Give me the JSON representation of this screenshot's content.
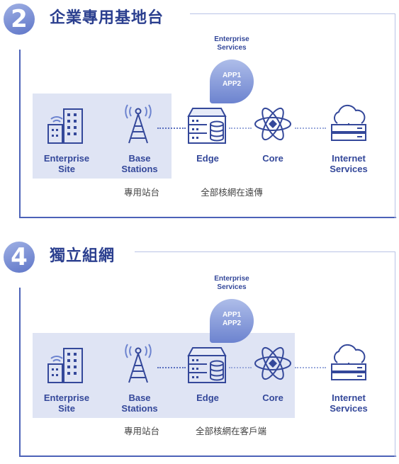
{
  "panels": [
    {
      "number": "2",
      "title": "企業專用基地台",
      "enterprise_services": [
        "Enterprise",
        "Services"
      ],
      "bubble": [
        "APP1",
        "APP2"
      ],
      "nodes": {
        "site": [
          "Enterprise",
          "Site"
        ],
        "base": [
          "Base",
          "Stations"
        ],
        "edge": "Edge",
        "core": "Core",
        "internet": [
          "Internet",
          "Services"
        ]
      },
      "captions": {
        "left": "專用站台",
        "right": "全部核網在遠傳"
      }
    },
    {
      "number": "4",
      "title": "獨立組網",
      "enterprise_services": [
        "Enterprise",
        "Services"
      ],
      "bubble": [
        "APP1",
        "APP2"
      ],
      "nodes": {
        "site": [
          "Enterprise",
          "Site"
        ],
        "base": [
          "Base",
          "Stations"
        ],
        "edge": "Edge",
        "core": "Core",
        "internet": [
          "Internet",
          "Services"
        ]
      },
      "captions": {
        "left": "專用站台",
        "right": "全部核網在客戶端"
      }
    }
  ],
  "colors": {
    "primary": "#34489a",
    "frame": "#4c62b8",
    "shade": "#dfe4f4",
    "light": "#b9c3e6"
  },
  "icons": [
    "enterprise-building-icon",
    "cell-tower-icon",
    "edge-server-icon",
    "atom-core-icon",
    "cloud-server-icon"
  ]
}
